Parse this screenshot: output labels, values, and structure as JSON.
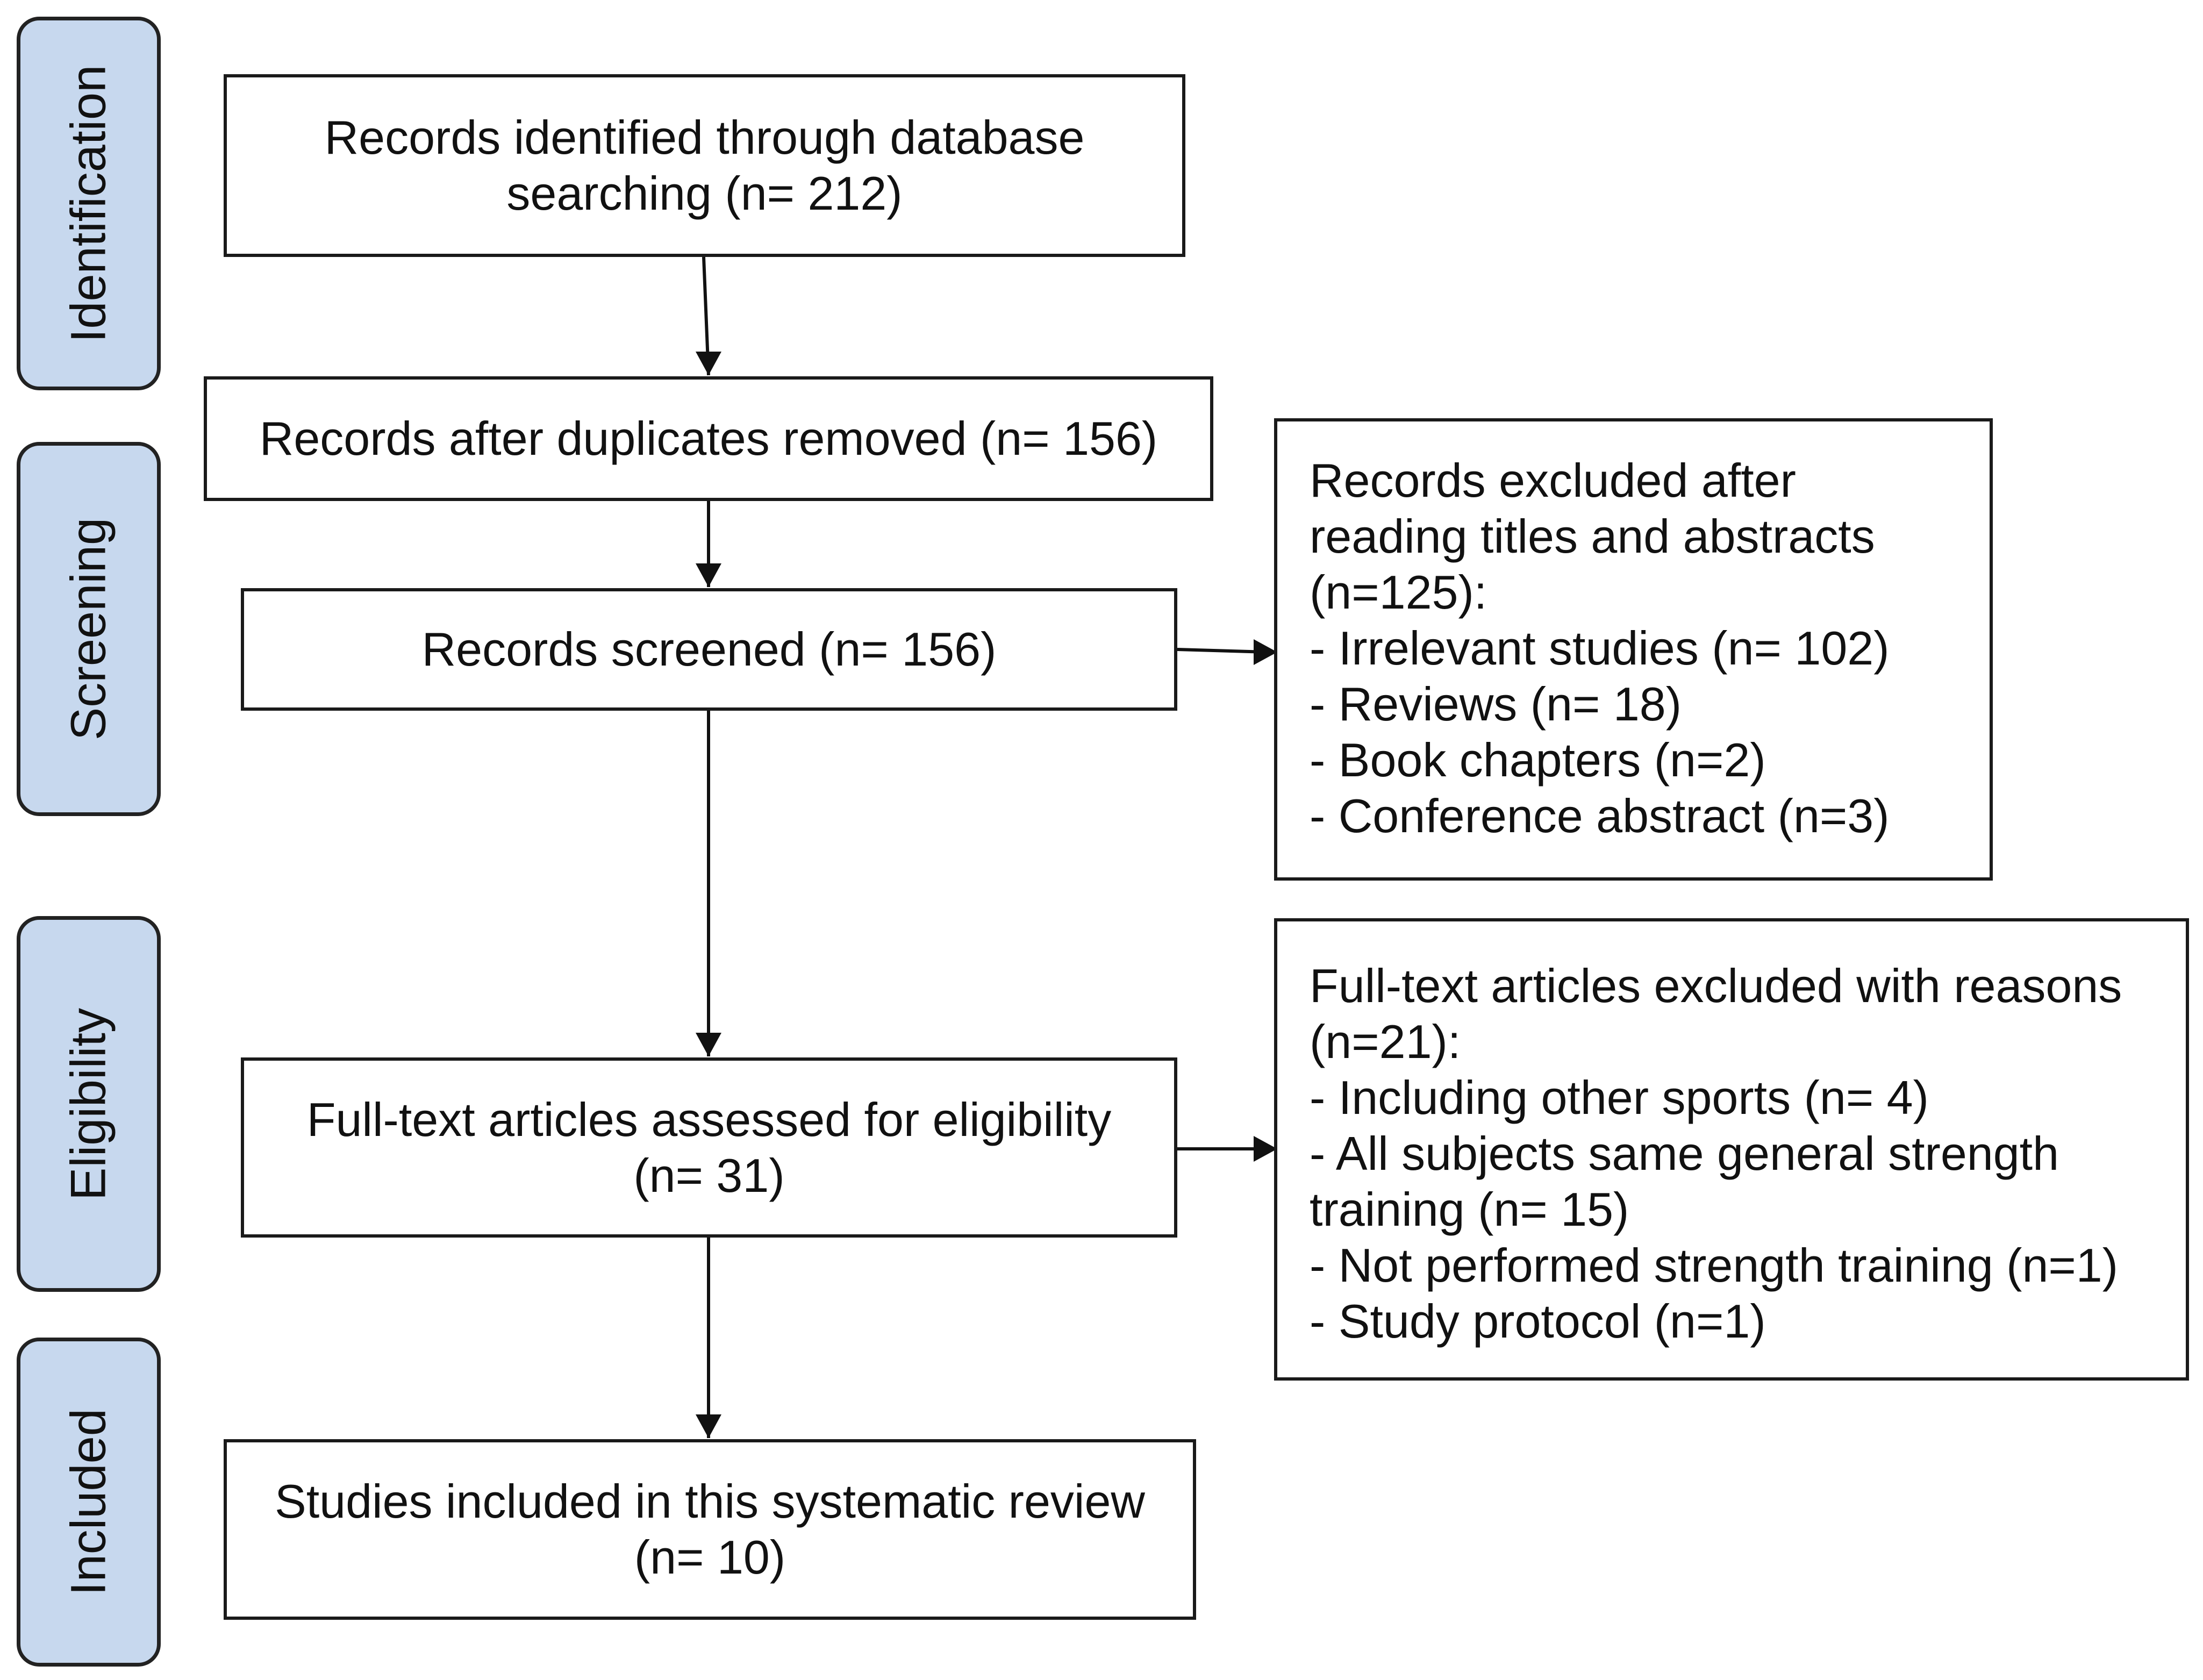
{
  "phases": {
    "identification": "Identification",
    "screening": "Screening",
    "eligibility": "Eligibility",
    "included": "Included"
  },
  "boxes": {
    "identified": {
      "line1": "Records identified through database",
      "line2": "searching (n= 212)"
    },
    "after_duplicates": "Records after duplicates removed (n= 156)",
    "screened": "Records screened (n= 156)",
    "full_text": {
      "line1": "Full-text articles assessed for eligibility",
      "line2": "(n= 31)"
    },
    "included": {
      "line1": "Studies included in this systematic review",
      "line2": "(n= 10)"
    }
  },
  "excluded_titles_abstracts": {
    "lines": [
      "Records excluded after",
      "reading titles and abstracts",
      "(n=125):",
      "- Irrelevant studies (n= 102)",
      "- Reviews (n= 18)",
      "- Book chapters (n=2)",
      "- Conference abstract (n=3)"
    ]
  },
  "excluded_full_text": {
    "lines": [
      "Full-text articles excluded with reasons",
      "(n=21):",
      "- Including other sports (n= 4)",
      "- All subjects same general strength",
      "training (n= 15)",
      "- Not performed strength training (n=1)",
      "- Study protocol (n=1)"
    ]
  },
  "colors": {
    "phase_fill": "#c7d8ee",
    "border": "#1a1a1a",
    "background": "#ffffff"
  }
}
